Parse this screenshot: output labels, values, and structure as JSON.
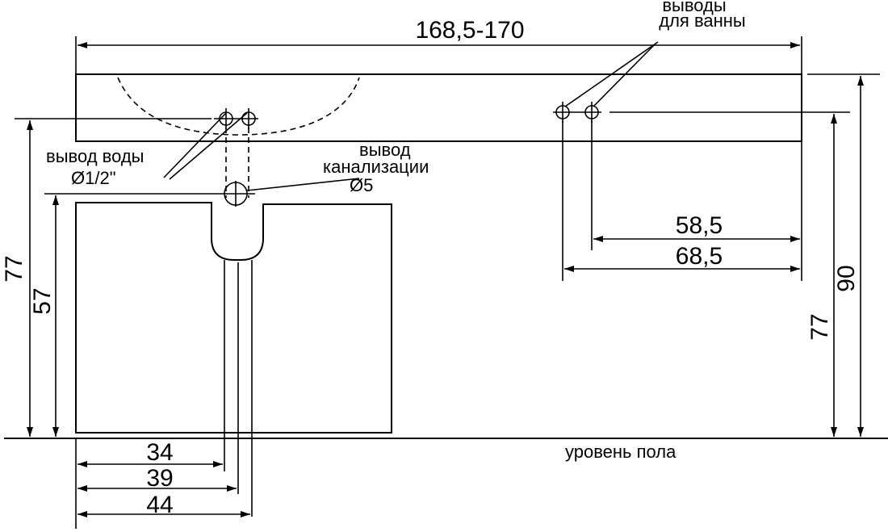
{
  "dimensions": {
    "overall_width": "168,5-170",
    "height_77_left": "77",
    "height_57": "57",
    "height_90": "90",
    "height_77_right": "77",
    "bath_outlet_58": "58,5",
    "bath_outlet_68": "68,5",
    "dim_34": "34",
    "dim_39": "39",
    "dim_44": "44"
  },
  "labels": {
    "bath_outlets_line1": "выводы",
    "bath_outlets_line2": "для ванны",
    "water_outlet": "вывод воды",
    "water_outlet_size": "Ø1/2\"",
    "sewer_line1": "вывод",
    "sewer_line2": "канализации",
    "sewer_size": "Ø5",
    "floor_level": "уровень пола"
  }
}
